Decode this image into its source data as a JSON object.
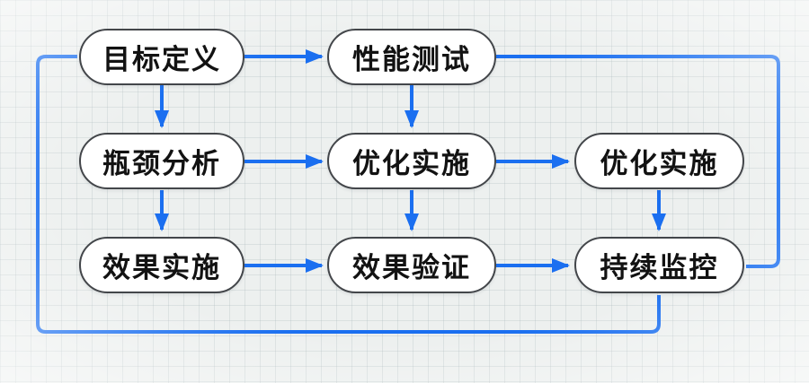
{
  "diagram": {
    "type": "flowchart",
    "colors": {
      "arrow": "#1b6ff0",
      "node_fill": "#ffffff",
      "node_border": "#43464a",
      "node_text": "#121212",
      "background": "#edf0ef",
      "grid_line": "#dde2e4"
    },
    "nodes": [
      {
        "id": "goal-definition",
        "label": "目标定义",
        "row": 1,
        "col": 1
      },
      {
        "id": "performance-testing",
        "label": "性能测试",
        "row": 1,
        "col": 2
      },
      {
        "id": "bottleneck-analysis",
        "label": "瓶颈分析",
        "row": 2,
        "col": 1
      },
      {
        "id": "optimization-implementation-1",
        "label": "优化实施",
        "row": 2,
        "col": 2
      },
      {
        "id": "optimization-implementation-2",
        "label": "优化实施",
        "row": 2,
        "col": 3
      },
      {
        "id": "effect-implementation",
        "label": "效果实施",
        "row": 3,
        "col": 1
      },
      {
        "id": "effect-verification",
        "label": "效果验证",
        "row": 3,
        "col": 2
      },
      {
        "id": "continuous-monitoring",
        "label": "持续监控",
        "row": 3,
        "col": 3
      }
    ],
    "edges": [
      {
        "from": "goal-definition",
        "to": "performance-testing",
        "arrowhead": true,
        "route": "straight-right"
      },
      {
        "from": "goal-definition",
        "to": "bottleneck-analysis",
        "arrowhead": true,
        "route": "straight-down"
      },
      {
        "from": "performance-testing",
        "to": "optimization-implementation-1",
        "arrowhead": true,
        "route": "straight-down"
      },
      {
        "from": "performance-testing",
        "to": "continuous-monitoring",
        "arrowhead": false,
        "route": "elbow-right-side"
      },
      {
        "from": "bottleneck-analysis",
        "to": "optimization-implementation-1",
        "arrowhead": true,
        "route": "straight-right"
      },
      {
        "from": "bottleneck-analysis",
        "to": "effect-implementation",
        "arrowhead": true,
        "route": "straight-down"
      },
      {
        "from": "optimization-implementation-1",
        "to": "optimization-implementation-2",
        "arrowhead": true,
        "route": "straight-right"
      },
      {
        "from": "optimization-implementation-1",
        "to": "effect-verification",
        "arrowhead": true,
        "route": "straight-down"
      },
      {
        "from": "optimization-implementation-2",
        "to": "continuous-monitoring",
        "arrowhead": true,
        "route": "straight-down"
      },
      {
        "from": "effect-implementation",
        "to": "effect-verification",
        "arrowhead": true,
        "route": "straight-right"
      },
      {
        "from": "effect-verification",
        "to": "continuous-monitoring",
        "arrowhead": true,
        "route": "straight-right"
      },
      {
        "from": "continuous-monitoring",
        "to": "goal-definition",
        "arrowhead": false,
        "route": "elbow-bottom-left-loop"
      }
    ]
  }
}
